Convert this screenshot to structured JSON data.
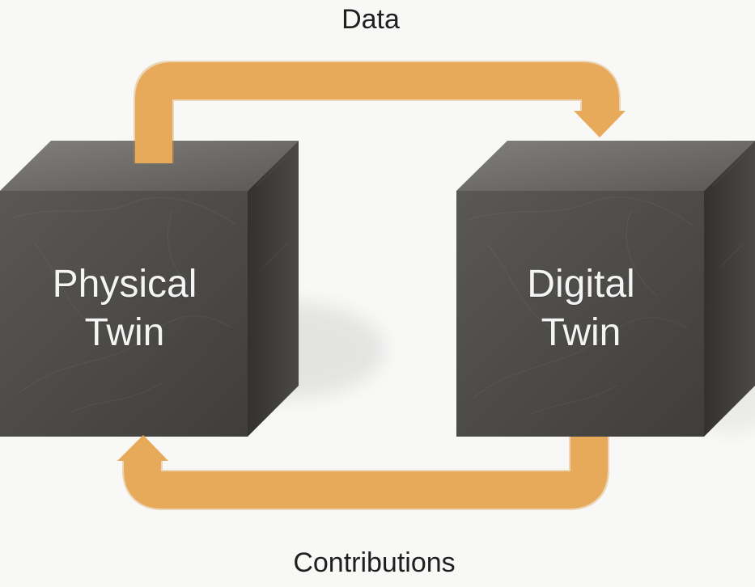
{
  "diagram": {
    "top_flow": {
      "label": "Data",
      "from": "Physical Twin",
      "to": "Digital Twin"
    },
    "bottom_flow": {
      "label": "Contributions",
      "from": "Digital Twin",
      "to": "Physical Twin"
    },
    "physical_cube": {
      "line1": "Physical",
      "line2": "Twin"
    },
    "digital_cube": {
      "line1": "Digital",
      "line2": "Twin"
    }
  },
  "colors": {
    "background": "#f8f8f7",
    "arrow": "#e6aa5a",
    "arrow_shadow": "#d8973e",
    "cube_front": "#4b4947",
    "cube_top": "#6e6c69",
    "cube_side": "#3c3a38",
    "cube_text": "#f4f4f4",
    "flow_text": "#1f1f1f"
  }
}
